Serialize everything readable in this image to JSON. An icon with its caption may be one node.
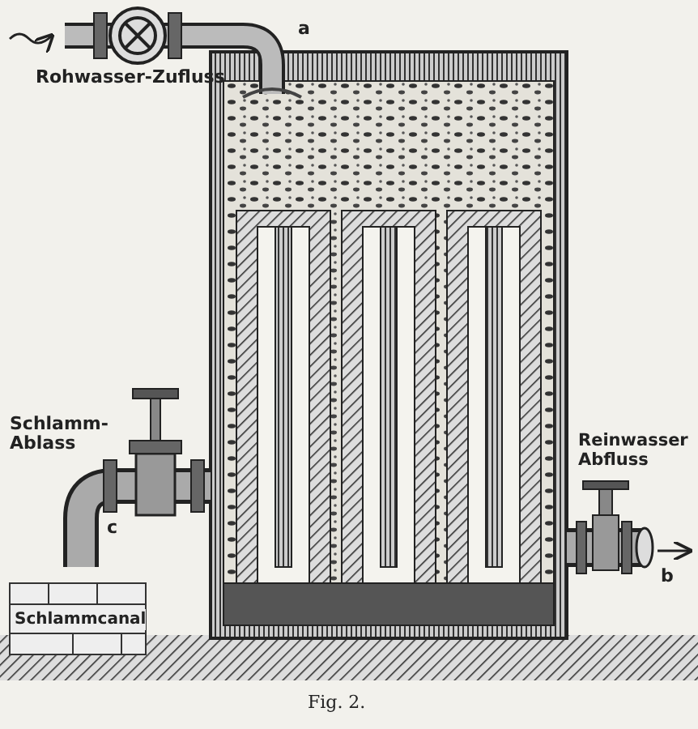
{
  "diagram": {
    "caption": "Fig. 2.",
    "labels": [
      "Rohwasser-Zufluss",
      "a",
      "Schlamm-Ablass",
      "Reinwasser Abfluss",
      "c",
      "b",
      "Schlammcanal"
    ]
  }
}
